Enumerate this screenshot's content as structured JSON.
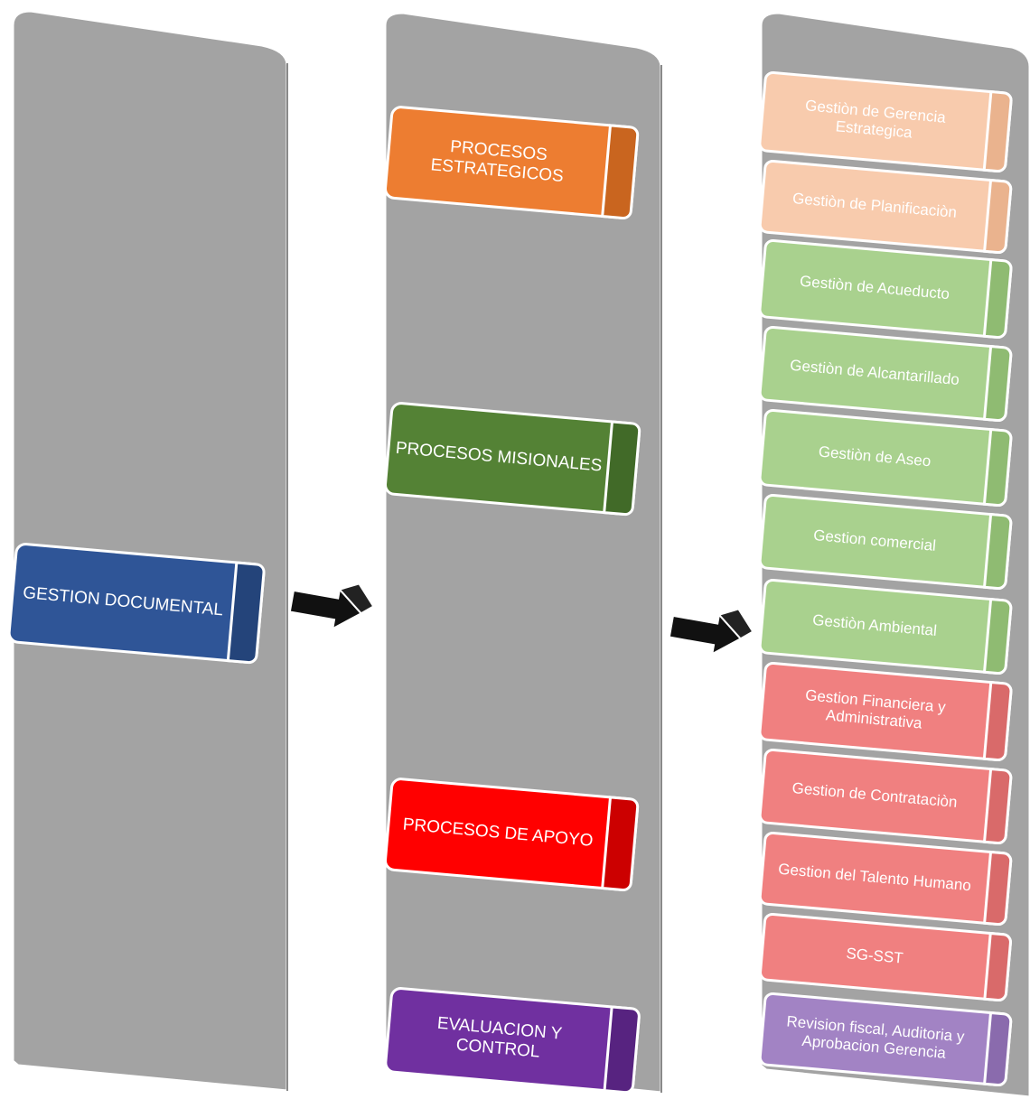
{
  "colors": {
    "panel": "#a3a3a3",
    "doc": "#2f5597",
    "estrategicos": "#ed7d31",
    "misionales": "#548235",
    "apoyo": "#ff0000",
    "evaluacion": "#7030a0",
    "peach": "#f8cbad",
    "green": "#a9d18e",
    "red": "#f08080",
    "lavender": "#a283c4"
  },
  "left": {
    "gestion_documental": "GESTION DOCUMENTAL"
  },
  "middle": {
    "procesos": [
      {
        "label": "PROCESOS ESTRATEGICOS"
      },
      {
        "label": "PROCESOS MISIONALES"
      },
      {
        "label": "PROCESOS DE APOYO"
      },
      {
        "label": "EVALUACION Y CONTROL"
      }
    ]
  },
  "right": {
    "gestiones": [
      {
        "label": "Gestiòn de Gerencia Estrategica",
        "group": "estrategicos"
      },
      {
        "label": "Gestiòn de Planificaciòn",
        "group": "estrategicos"
      },
      {
        "label": "Gestiòn de Acueducto",
        "group": "misionales"
      },
      {
        "label": "Gestiòn de Alcantarillado",
        "group": "misionales"
      },
      {
        "label": "Gestiòn de Aseo",
        "group": "misionales"
      },
      {
        "label": "Gestion comercial",
        "group": "misionales"
      },
      {
        "label": "Gestiòn Ambiental",
        "group": "misionales"
      },
      {
        "label": "Gestion Financiera y Administrativa",
        "group": "apoyo"
      },
      {
        "label": "Gestion de Contrataciòn",
        "group": "apoyo"
      },
      {
        "label": "Gestion del Talento Humano",
        "group": "apoyo"
      },
      {
        "label": "SG-SST",
        "group": "apoyo"
      },
      {
        "label": "Revision fiscal, Auditoria y Aprobacion Gerencia",
        "group": "evaluacion"
      }
    ]
  },
  "icons": {
    "arrow_1": "arrow-right-icon",
    "arrow_2": "arrow-right-icon"
  }
}
